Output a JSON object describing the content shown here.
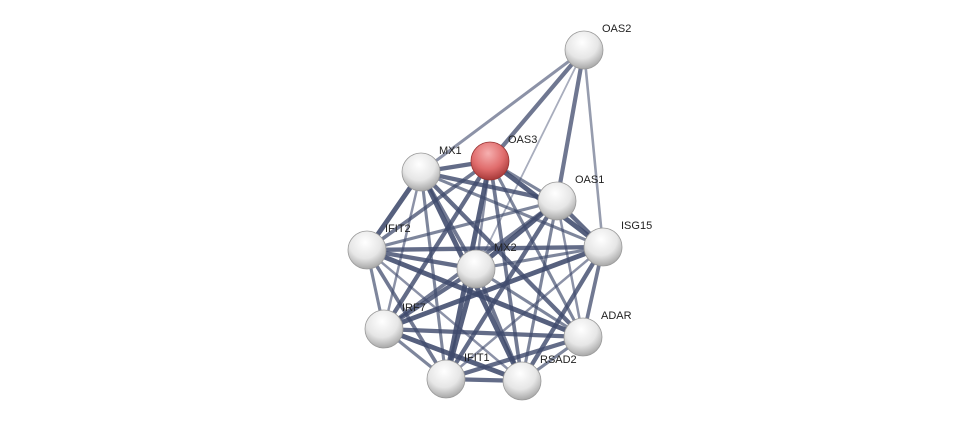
{
  "network": {
    "query_color": "#d9585a",
    "node_color": "#e8e8e8",
    "edge_color": "#3f4a6c",
    "nodes": [
      {
        "id": "OAS2",
        "label": "OAS2",
        "query": false
      },
      {
        "id": "OAS3",
        "label": "OAS3",
        "query": true
      },
      {
        "id": "MX1",
        "label": "MX1",
        "query": false
      },
      {
        "id": "OAS1",
        "label": "OAS1",
        "query": false
      },
      {
        "id": "ISG15",
        "label": "ISG15",
        "query": false
      },
      {
        "id": "IFIT2",
        "label": "IFIT2",
        "query": false
      },
      {
        "id": "MX2",
        "label": "MX2",
        "query": false
      },
      {
        "id": "IRF7",
        "label": "IRF7",
        "query": false
      },
      {
        "id": "ADAR",
        "label": "ADAR",
        "query": false
      },
      {
        "id": "IFIT1",
        "label": "IFIT1",
        "query": false
      },
      {
        "id": "RSAD2",
        "label": "RSAD2",
        "query": false
      }
    ],
    "edges": [
      [
        "OAS2",
        "MX1",
        0.5
      ],
      [
        "OAS2",
        "OAS3",
        0.8
      ],
      [
        "OAS2",
        "MX2",
        0.2
      ],
      [
        "OAS2",
        "OAS1",
        0.8
      ],
      [
        "OAS2",
        "ISG15",
        0.4
      ]
    ],
    "dense_cluster": [
      "OAS3",
      "MX1",
      "OAS1",
      "ISG15",
      "IFIT2",
      "MX2",
      "IRF7",
      "ADAR",
      "IFIT1",
      "RSAD2"
    ]
  }
}
